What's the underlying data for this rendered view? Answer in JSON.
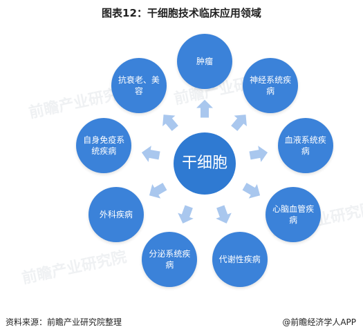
{
  "title": "图表12：干细胞技术临床应用领域",
  "watermark": "前瞻产业研究院",
  "center": "干细胞",
  "nodes": [
    {
      "label": "肿瘤"
    },
    {
      "label": "神经系统疾病"
    },
    {
      "label": "血液系统疾病"
    },
    {
      "label": "心脑血管疾病"
    },
    {
      "label": "代谢性疾病"
    },
    {
      "label": "分泌系统疾病"
    },
    {
      "label": "外科疾病"
    },
    {
      "label": "自身免疫系统疾病"
    },
    {
      "label": "抗衰老、美容"
    }
  ],
  "colors": {
    "node": "#3b82d9",
    "center": "#2f7ad2",
    "arrow": "#a9c7ee"
  },
  "footer": {
    "source": "资料来源：前瞻产业研究院整理",
    "brand": "@前瞻经济学人APP"
  }
}
